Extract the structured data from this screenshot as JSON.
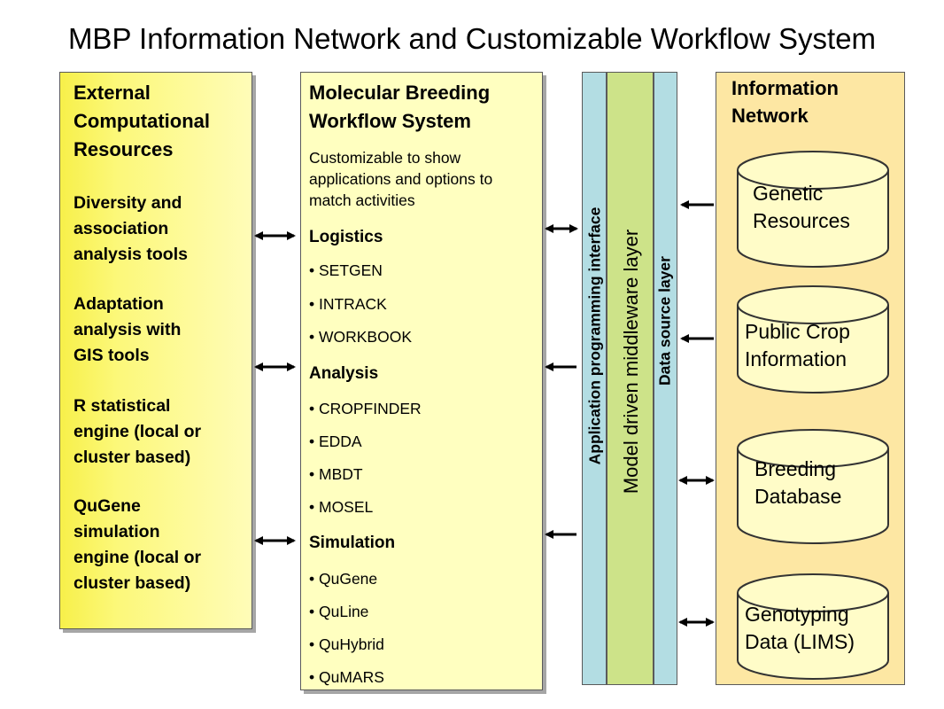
{
  "title": "MBP Information Network and Customizable Workflow System",
  "external": {
    "heading": [
      "External",
      "Computational",
      "Resources"
    ],
    "items": [
      [
        "Diversity and",
        "association",
        "analysis tools"
      ],
      [
        "Adaptation",
        "analysis with",
        "GIS tools"
      ],
      [
        "R statistical",
        "engine (local or",
        "cluster based)"
      ],
      [
        "QuGene",
        "simulation",
        "engine (local or",
        "cluster based)"
      ]
    ]
  },
  "workflow": {
    "heading": [
      "Molecular Breeding",
      "Workflow System"
    ],
    "description": [
      "Customizable to show",
      "applications and options to",
      "match activities"
    ],
    "sections": [
      {
        "label": "Logistics",
        "items": [
          "• SETGEN",
          "• INTRACK",
          "• WORKBOOK"
        ]
      },
      {
        "label": "Analysis",
        "items": [
          "• CROPFINDER",
          "• EDDA",
          "• MBDT",
          "• MOSEL"
        ]
      },
      {
        "label": "Simulation",
        "items": [
          "• QuGene",
          "• QuLine",
          "• QuHybrid",
          "• QuMARS"
        ]
      }
    ]
  },
  "layers": {
    "api": "Application programming interface",
    "middleware": "Model driven middleware layer",
    "datasource": "Data source layer"
  },
  "network": {
    "heading": [
      "Information",
      "Network"
    ],
    "databases": [
      [
        "Genetic",
        "Resources"
      ],
      [
        "Public Crop",
        "Information"
      ],
      [
        "Breeding",
        "Database"
      ],
      [
        "Genotyping",
        "Data (LIMS)"
      ]
    ]
  },
  "colors": {
    "external_fill": "#f7f04a",
    "workflow_fill": "#ffffc0",
    "api_fill": "#b3dde3",
    "middleware_fill": "#cde389",
    "network_fill": "#fde7a3",
    "database_fill": "#fffcc8"
  }
}
